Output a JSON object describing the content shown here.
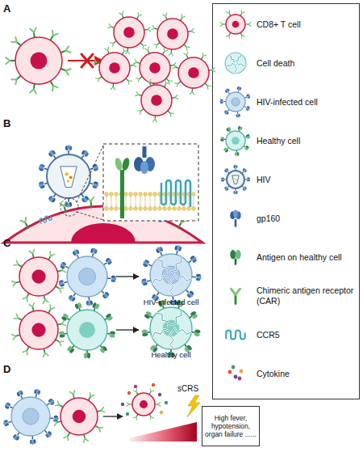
{
  "diagram": {
    "nodes": [
      {
        "text": [
          "High fever, hypotension, organ failure ......"
        ]
      }
    ],
    "labels": [
      "A",
      "B",
      "C",
      "D",
      "HIV-infected cell",
      "Healthy cell",
      "sCRS"
    ],
    "legend": [
      {
        "text": "CD8+ T cell"
      },
      {
        "text": "Cell death"
      },
      {
        "text": "HIV-infected cell"
      },
      {
        "text": "Healthy cell"
      },
      {
        "text": "HIV"
      },
      {
        "text": "gp160"
      },
      {
        "text": "Antigen on healthy cell"
      },
      {
        "text": "Chimeric antigen receptor (CAR)"
      },
      {
        "text": "CCR5"
      },
      {
        "text": "Cytokine"
      }
    ]
  }
}
